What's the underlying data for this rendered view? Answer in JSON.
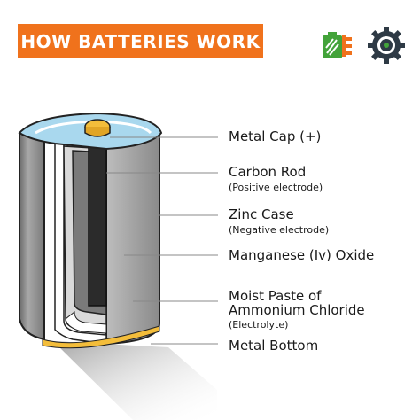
{
  "title": "HOW BATTERIES WORK",
  "colors": {
    "banner": "#f0721c",
    "logo_green": "#43a33a",
    "logo_orange": "#f0721c",
    "gear": "#2e3a45",
    "electrolyte_blue": "#a9d8ee",
    "metal_cap": "#f3bd3b",
    "carbon_rod": "#2b2b2b",
    "zinc_case": "#8c8c8c",
    "oxide": "#6f6f6f"
  },
  "icons": {
    "brand_logo": "energy-battery-logo-icon",
    "gear_logo": "gear-badge-logo-icon"
  },
  "labels": {
    "metal_cap": {
      "main": "Metal Cap (+)"
    },
    "carbon_rod": {
      "main": "Carbon Rod",
      "sub": "(Positive electrode)"
    },
    "zinc_case": {
      "main": "Zinc Case",
      "sub": "(Negative electrode)"
    },
    "manganese": {
      "main": "Manganese (Iv) Oxide"
    },
    "paste": {
      "line1": "Moist Paste of",
      "line2": "Ammonium Chloride",
      "sub": "(Electrolyte)"
    },
    "metal_bottom": {
      "main": "Metal Bottom"
    }
  }
}
